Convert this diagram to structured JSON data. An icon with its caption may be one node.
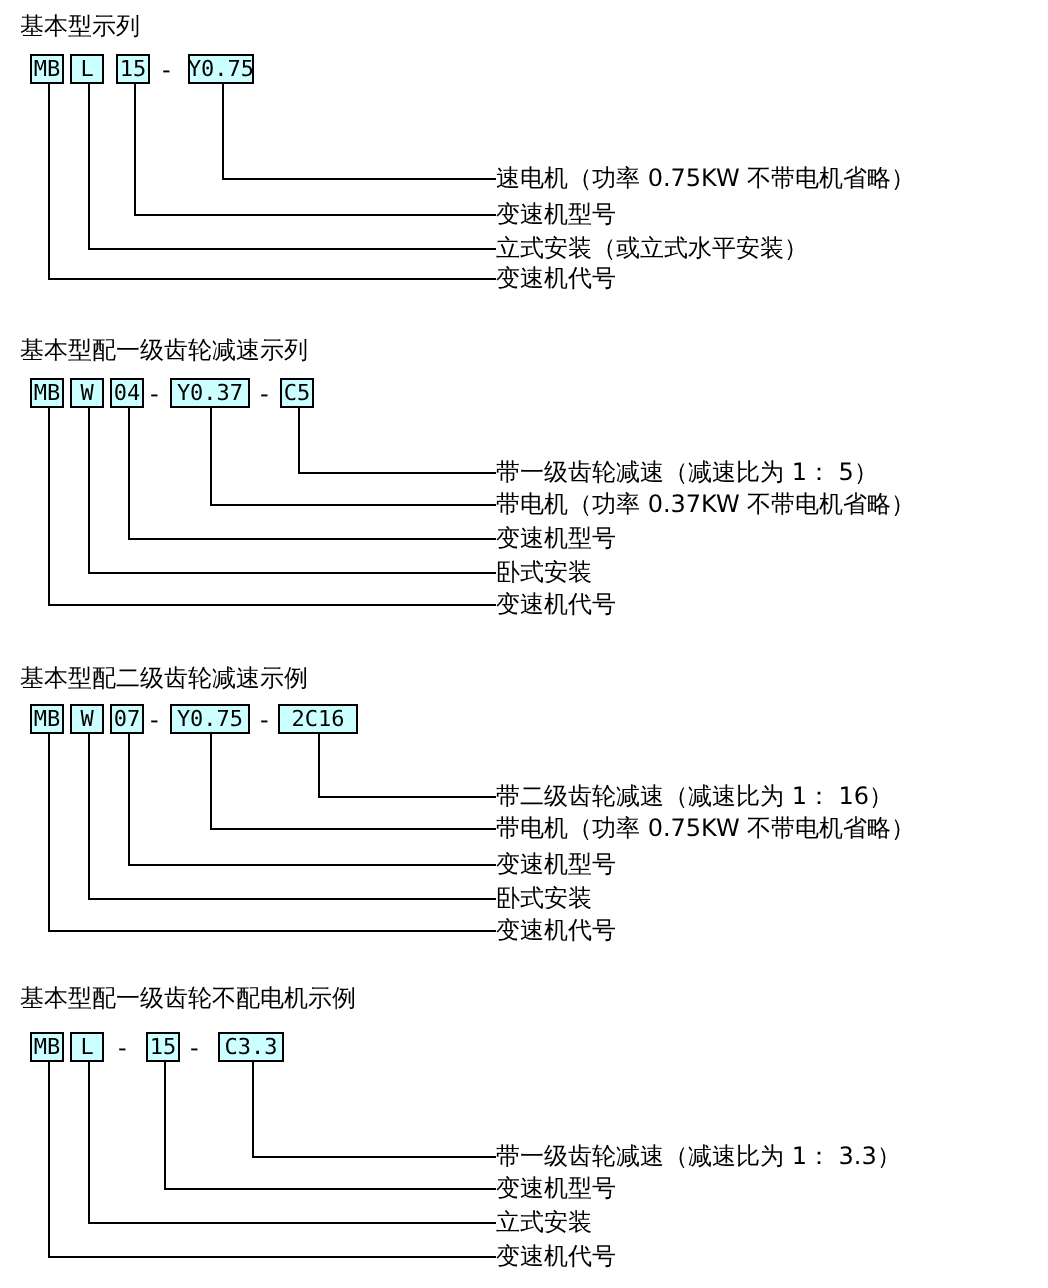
{
  "diagram": {
    "nodes": [
      {
        "text": [
          "MB"
        ]
      },
      {
        "text": [
          "L"
        ]
      },
      {
        "text": [
          "15"
        ]
      },
      {
        "text": [
          "Y0.75"
        ]
      },
      {
        "text": [
          "速电机（功率 0.75KW 不带电机省略）"
        ]
      },
      {
        "text": [
          "变速机型号"
        ]
      },
      {
        "text": [
          "立式安装（或立式水平安装）"
        ]
      },
      {
        "text": [
          "变速机代号"
        ]
      },
      {
        "text": [
          "MB"
        ]
      },
      {
        "text": [
          "W"
        ]
      },
      {
        "text": [
          "04"
        ]
      },
      {
        "text": [
          "Y0.37"
        ]
      },
      {
        "text": [
          "C5"
        ]
      },
      {
        "text": [
          "带一级齿轮减速（减速比为 1： 5）"
        ]
      },
      {
        "text": [
          "带电机（功率 0.37KW 不带电机省略）"
        ]
      },
      {
        "text": [
          "变速机型号"
        ]
      },
      {
        "text": [
          "卧式安装"
        ]
      },
      {
        "text": [
          "变速机代号"
        ]
      },
      {
        "text": [
          "MB"
        ]
      },
      {
        "text": [
          "W"
        ]
      },
      {
        "text": [
          "07"
        ]
      },
      {
        "text": [
          "Y0.75"
        ]
      },
      {
        "text": [
          "2C16"
        ]
      },
      {
        "text": [
          "带二级齿轮减速（减速比为 1： 16）"
        ]
      },
      {
        "text": [
          "带电机（功率 0.75KW 不带电机省略）"
        ]
      },
      {
        "text": [
          "变速机型号"
        ]
      },
      {
        "text": [
          "卧式安装"
        ]
      },
      {
        "text": [
          "变速机代号"
        ]
      },
      {
        "text": [
          "MB"
        ]
      },
      {
        "text": [
          "L"
        ]
      },
      {
        "text": [
          "15"
        ]
      },
      {
        "text": [
          "C3.3"
        ]
      },
      {
        "text": [
          "带一级齿轮减速（减速比为 1： 3.3）"
        ]
      },
      {
        "text": [
          "变速机型号"
        ]
      },
      {
        "text": [
          "立式安装"
        ]
      },
      {
        "text": [
          "变速机代号"
        ]
      }
    ],
    "edges": [
      {
        "from": 3,
        "to": 4,
        "arrow": "none"
      },
      {
        "from": 2,
        "to": 5,
        "arrow": "none"
      },
      {
        "from": 1,
        "to": 6,
        "arrow": "none"
      },
      {
        "from": 0,
        "to": 7,
        "arrow": "none"
      },
      {
        "from": 12,
        "to": 13,
        "arrow": "none"
      },
      {
        "from": 11,
        "to": 14,
        "arrow": "none"
      },
      {
        "from": 10,
        "to": 15,
        "arrow": "none"
      },
      {
        "from": 9,
        "to": 16,
        "arrow": "none"
      },
      {
        "from": 8,
        "to": 17,
        "arrow": "none"
      },
      {
        "from": 22,
        "to": 23,
        "arrow": "none"
      },
      {
        "from": 21,
        "to": 24,
        "arrow": "none"
      },
      {
        "from": 20,
        "to": 25,
        "arrow": "none"
      },
      {
        "from": 19,
        "to": 26,
        "arrow": "none"
      },
      {
        "from": 18,
        "to": 27,
        "arrow": "none"
      },
      {
        "from": 31,
        "to": 32,
        "arrow": "none"
      },
      {
        "from": 30,
        "to": 33,
        "arrow": "none"
      },
      {
        "from": 29,
        "to": 34,
        "arrow": "none"
      },
      {
        "from": 28,
        "to": 35,
        "arrow": "none"
      }
    ],
    "labels": [
      "基本型示列",
      "-",
      "基本型配一级齿轮减速示列",
      "-",
      "-",
      "基本型配二级齿轮减速示例",
      "-",
      "-",
      "基本型配一级齿轮不配电机示例",
      "-",
      "-"
    ]
  }
}
